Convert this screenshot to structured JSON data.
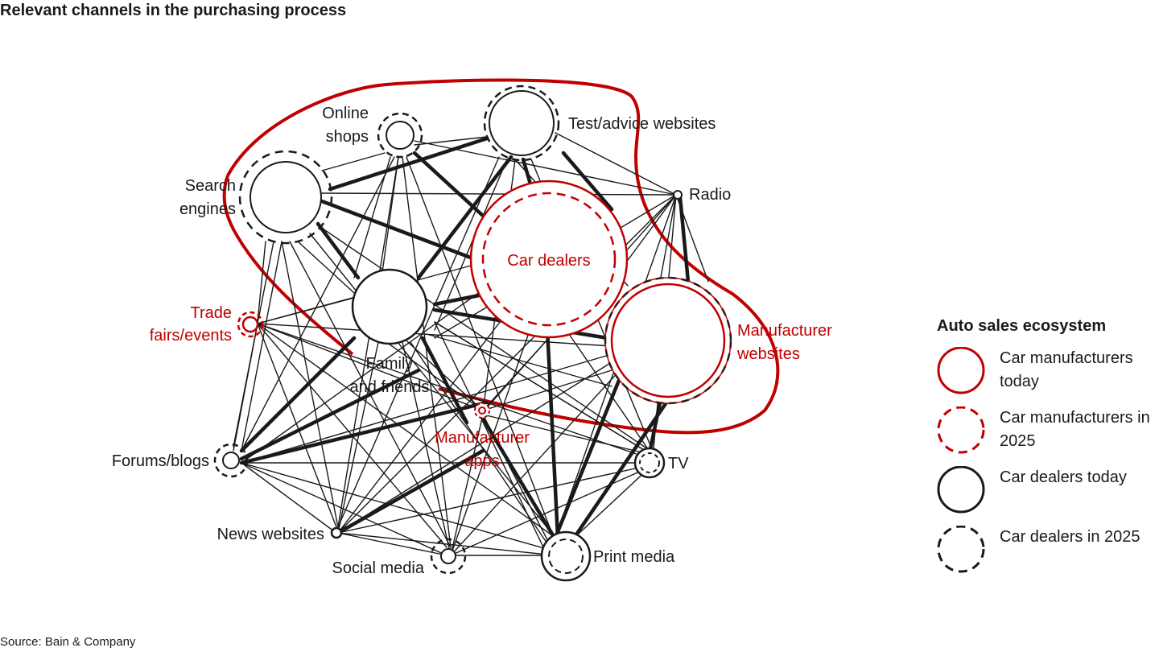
{
  "title": "Relevant channels in the purchasing process",
  "source": "Source: Bain & Company",
  "colors": {
    "red": "#c00000",
    "black": "#1a1a1a"
  },
  "nodes": {
    "test_advice": {
      "label": "Test/advice websites"
    },
    "online_shops": {
      "label_lines": [
        "Online",
        "shops"
      ]
    },
    "search_engines": {
      "label_lines": [
        "Search",
        "engines"
      ]
    },
    "radio": {
      "label": "Radio"
    },
    "car_dealers": {
      "label": "Car dealers"
    },
    "family_friends": {
      "label_lines": [
        "Family",
        "and friends"
      ]
    },
    "trade_fairs": {
      "label_lines": [
        "Trade",
        "fairs/events"
      ]
    },
    "manufacturer_websites": {
      "label_lines": [
        "Manufacturer",
        "websites"
      ]
    },
    "manufacturer_apps": {
      "label_lines": [
        "Manufacturer",
        "apps"
      ]
    },
    "forums_blogs": {
      "label": "Forums/blogs"
    },
    "tv": {
      "label": "TV"
    },
    "news_websites": {
      "label": "News websites"
    },
    "social_media": {
      "label": "Social media"
    },
    "print_media": {
      "label": "Print media"
    }
  },
  "legend": {
    "title": "Auto sales ecosystem",
    "items": [
      {
        "label": "Car manufacturers today",
        "style": "red-solid"
      },
      {
        "label": "Car manufacturers in 2025",
        "style": "red-dashed"
      },
      {
        "label": "Car dealers today",
        "style": "black-solid"
      },
      {
        "label": "Car dealers in 2025",
        "style": "black-dashed"
      }
    ]
  }
}
